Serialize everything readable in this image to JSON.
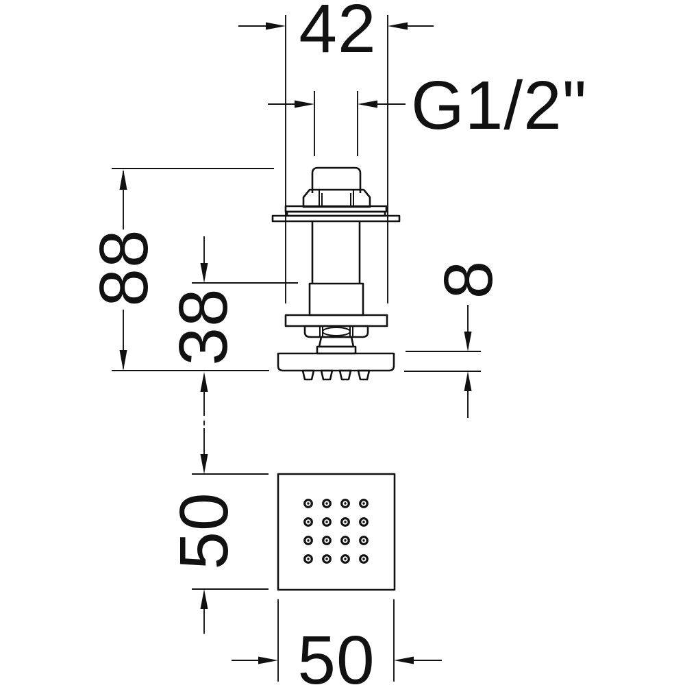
{
  "drawing": {
    "background_color": "#ffffff",
    "line_color": "#111111"
  },
  "dimensions": {
    "plate_width": {
      "label": "42"
    },
    "thread_size": {
      "label": "G1/2\""
    },
    "overall_depth": {
      "label": "88"
    },
    "body_depth": {
      "label": "38"
    },
    "faceplate_thickness": {
      "label": "8"
    },
    "face_height": {
      "label": "50"
    },
    "face_width": {
      "label": "50"
    }
  },
  "front_view": {
    "nozzle_rows": 4,
    "nozzle_cols": 4,
    "nozzle_count": 16
  }
}
